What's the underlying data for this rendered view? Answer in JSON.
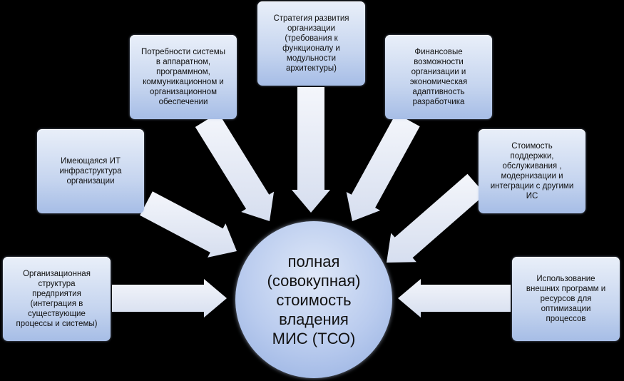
{
  "colors": {
    "background": "#000000",
    "box_fill": "#c6d5ef",
    "arrow_fill": "#e6ebf6",
    "text": "#111111"
  },
  "center": {
    "label": "полная\n(совокупная)\nстоимость\nвладения\nМИС (ТСО)"
  },
  "boxes": [
    {
      "id": "org-structure",
      "label": "Организационная\nструктура\nпредприятия\n(интеграция в\nсуществующие\nпроцессы и системы)"
    },
    {
      "id": "it-infrastructure",
      "label": "Имеющаяся ИТ\nинфраструктура\nорганизации"
    },
    {
      "id": "system-needs",
      "label": "Потребности системы\nв аппаратном,\nпрограммном,\nкоммуникационном и\nорганизационном\nобеспечении"
    },
    {
      "id": "development-strategy",
      "label": "Стратегия развития\nорганизации\n(требования к\nфункционалу и\nмодульности\nархитектуры)"
    },
    {
      "id": "financial-capabilities",
      "label": "Финансовые\nвозможности\nорганизации и\nэкономическая\nадаптивность\nразработчика"
    },
    {
      "id": "support-cost",
      "label": "Стоимость\nподдержки,\nобслуживания ,\nмодернизации и\nинтеграции с другими\nИС"
    },
    {
      "id": "external-resources",
      "label": "Использование\nвнешних программ и\nресурсов для\nоптимизации\nпроцессов"
    }
  ]
}
